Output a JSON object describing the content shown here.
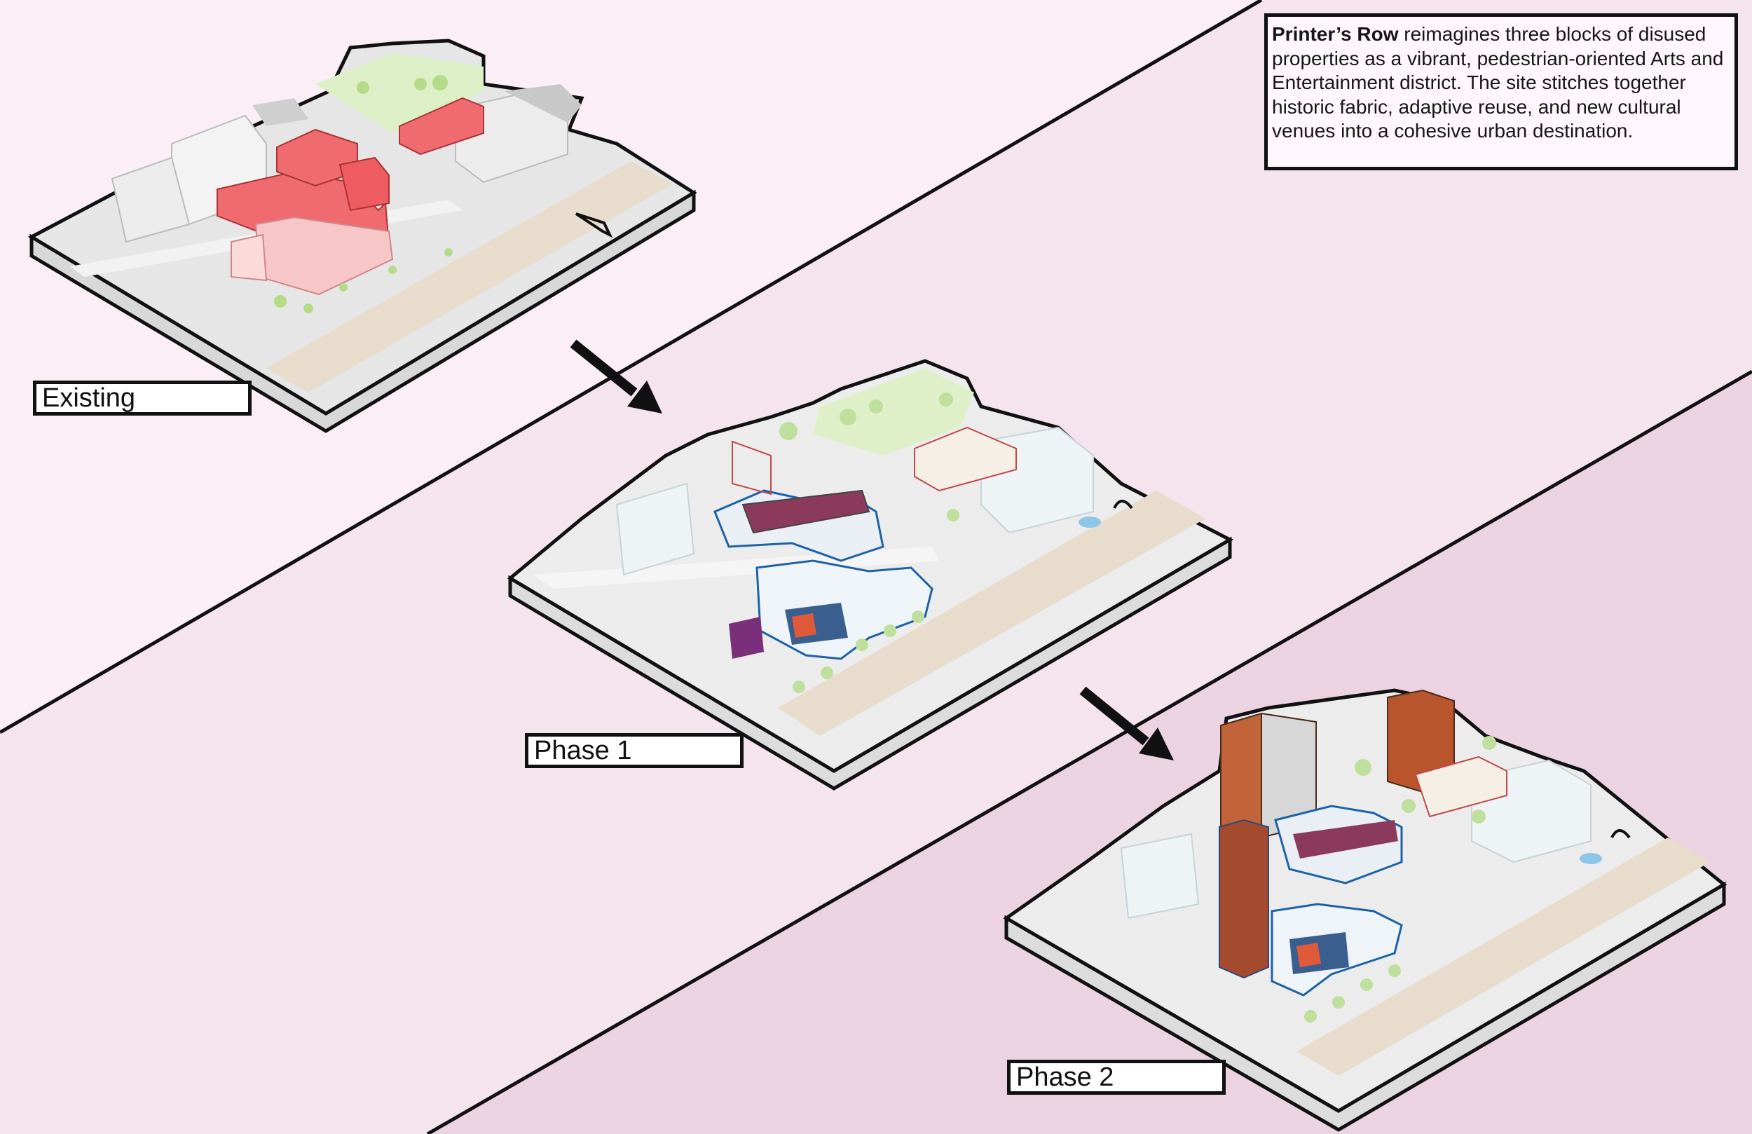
{
  "description": {
    "bold": "Printer’s Row",
    "text": " reimagines three blocks of disused properties as a vibrant, pedestrian-oriented Arts and Entertainment district. The site stitches together historic fabric, adaptive reuse, and new cultural venues into a cohesive urban destination."
  },
  "labels": {
    "existing": "Existing",
    "phase1": "Phase 1",
    "phase2": "Phase 2"
  },
  "colors": {
    "band_1": "#fbeef6",
    "band_2": "#f5e3ee",
    "band_3": "#ebd4e2",
    "existing_highlight": "#f06b6f",
    "greenery": "#c9e3ab",
    "brick_tower": "#c2643a"
  }
}
